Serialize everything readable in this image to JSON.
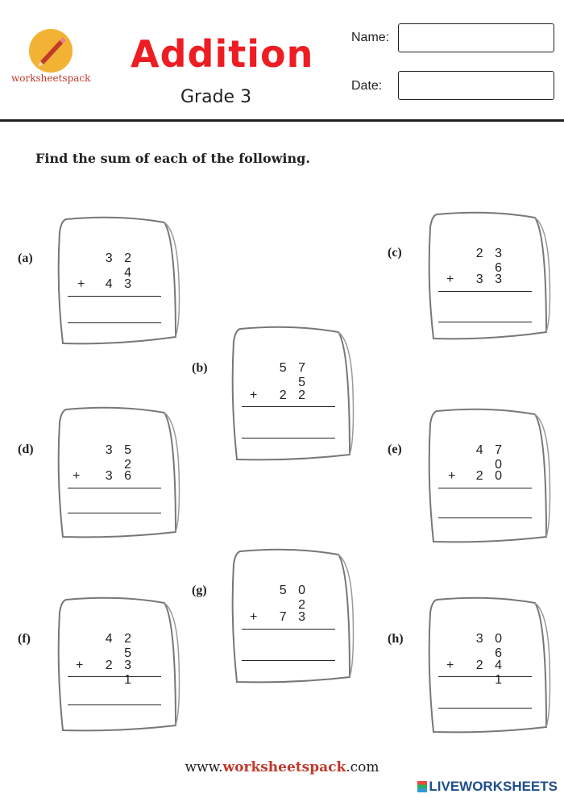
{
  "header": {
    "brand": "worksheetspack",
    "title": "Addition",
    "subtitle": "Grade 3",
    "name_label": "Name:",
    "date_label": "Date:",
    "name_value": "",
    "date_value": ""
  },
  "instructions": "Find the sum of each of the following.",
  "problems": [
    {
      "label": "(a)",
      "top": "3 2 4",
      "bottom": "4 3",
      "operator": "+"
    },
    {
      "label": "(b)",
      "top": "5 7 5",
      "bottom": "2 2",
      "operator": "+"
    },
    {
      "label": "(c)",
      "top": "2 3 6",
      "bottom": "3 3",
      "operator": "+"
    },
    {
      "label": "(d)",
      "top": "3 5 2",
      "bottom": "3 6",
      "operator": "+"
    },
    {
      "label": "(e)",
      "top": "4 7 0",
      "bottom": "2 0",
      "operator": "+"
    },
    {
      "label": "(f)",
      "top": "4 2 5",
      "bottom": "2 3 1",
      "operator": "+"
    },
    {
      "label": "(g)",
      "top": "5 0 2",
      "bottom": "7 3",
      "operator": "+"
    },
    {
      "label": "(h)",
      "top": "3 0 6",
      "bottom": "2 4 1",
      "operator": "+"
    }
  ],
  "footer": {
    "prefix": "www.",
    "brand": "worksheetspack",
    "suffix": ".com"
  },
  "watermark": "LIVEWORKSHEETS",
  "colors": {
    "title": "#ee1d23",
    "logo": "#f2b233",
    "brand": "#c0392b",
    "watermark": "#1f4e8c"
  }
}
